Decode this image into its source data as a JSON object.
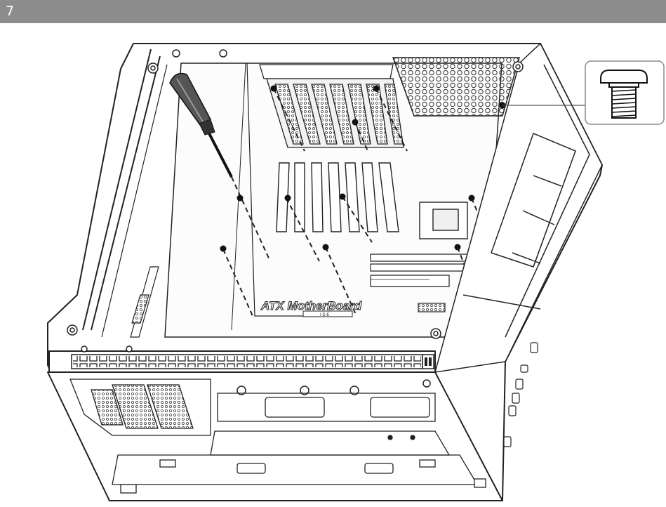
{
  "step": {
    "number": "7"
  },
  "illustration": {
    "board_label": "ATX MotherBoard",
    "board_sublabel": "I D E",
    "colors": {
      "header_bar": "#8c8c8c",
      "line": "#222222",
      "shade": "#555555",
      "light_fill": "#f4f4f4"
    },
    "callout": {
      "item": "screw-icon"
    },
    "tool": {
      "item": "screwdriver-icon"
    }
  }
}
